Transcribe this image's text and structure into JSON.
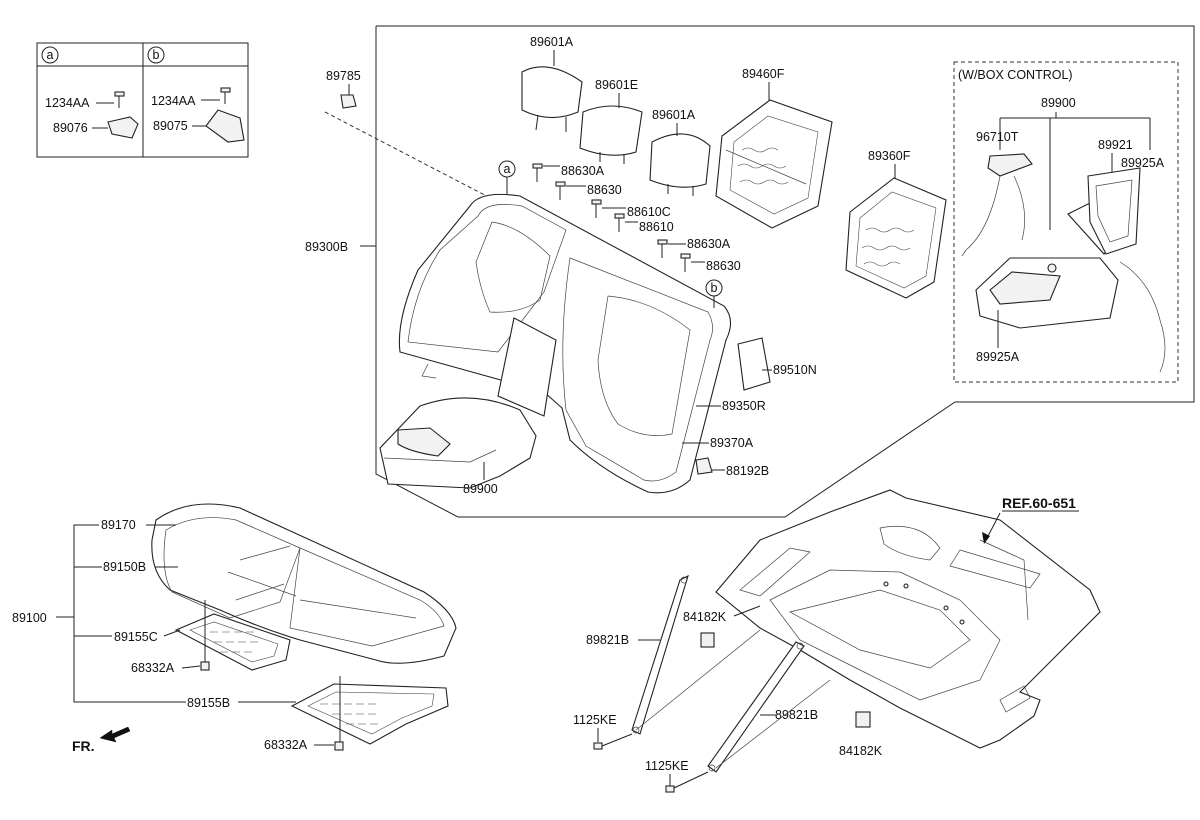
{
  "labels": {
    "l89601A_1": "89601A",
    "l89601E": "89601E",
    "l89601A_2": "89601A",
    "l89460F": "89460F",
    "l89785": "89785",
    "l88630A_1": "88630A",
    "l88630_1": "88630",
    "l88610C": "88610C",
    "l88610": "88610",
    "l88630A_2": "88630A",
    "l88630_2": "88630",
    "l89360F": "89360F",
    "l89300B": "89300B",
    "l89510N": "89510N",
    "l89350R": "89350R",
    "l89370A": "89370A",
    "l88192B": "88192B",
    "l89900_main": "89900",
    "l89900_box": "89900",
    "l96710T": "96710T",
    "l89921": "89921",
    "l89925A_1": "89925A",
    "l89925A_2": "89925A",
    "l89170": "89170",
    "l89150B": "89150B",
    "l89100": "89100",
    "l89155C": "89155C",
    "l68332A_1": "68332A",
    "l89155B": "89155B",
    "l68332A_2": "68332A",
    "l89821B_1": "89821B",
    "l84182K_1": "84182K",
    "l1125KE_1": "1125KE",
    "l89821B_2": "89821B",
    "l84182K_2": "84182K",
    "l1125KE_2": "1125KE",
    "l1234AA_a": "1234AA",
    "l89076": "89076",
    "l1234AA_b": "1234AA",
    "l89075": "89075"
  },
  "box_control_title": "(W/BOX CONTROL)",
  "ref_label": "REF.60-651",
  "front_label": "FR.",
  "markers": {
    "a": "a",
    "b": "b"
  }
}
